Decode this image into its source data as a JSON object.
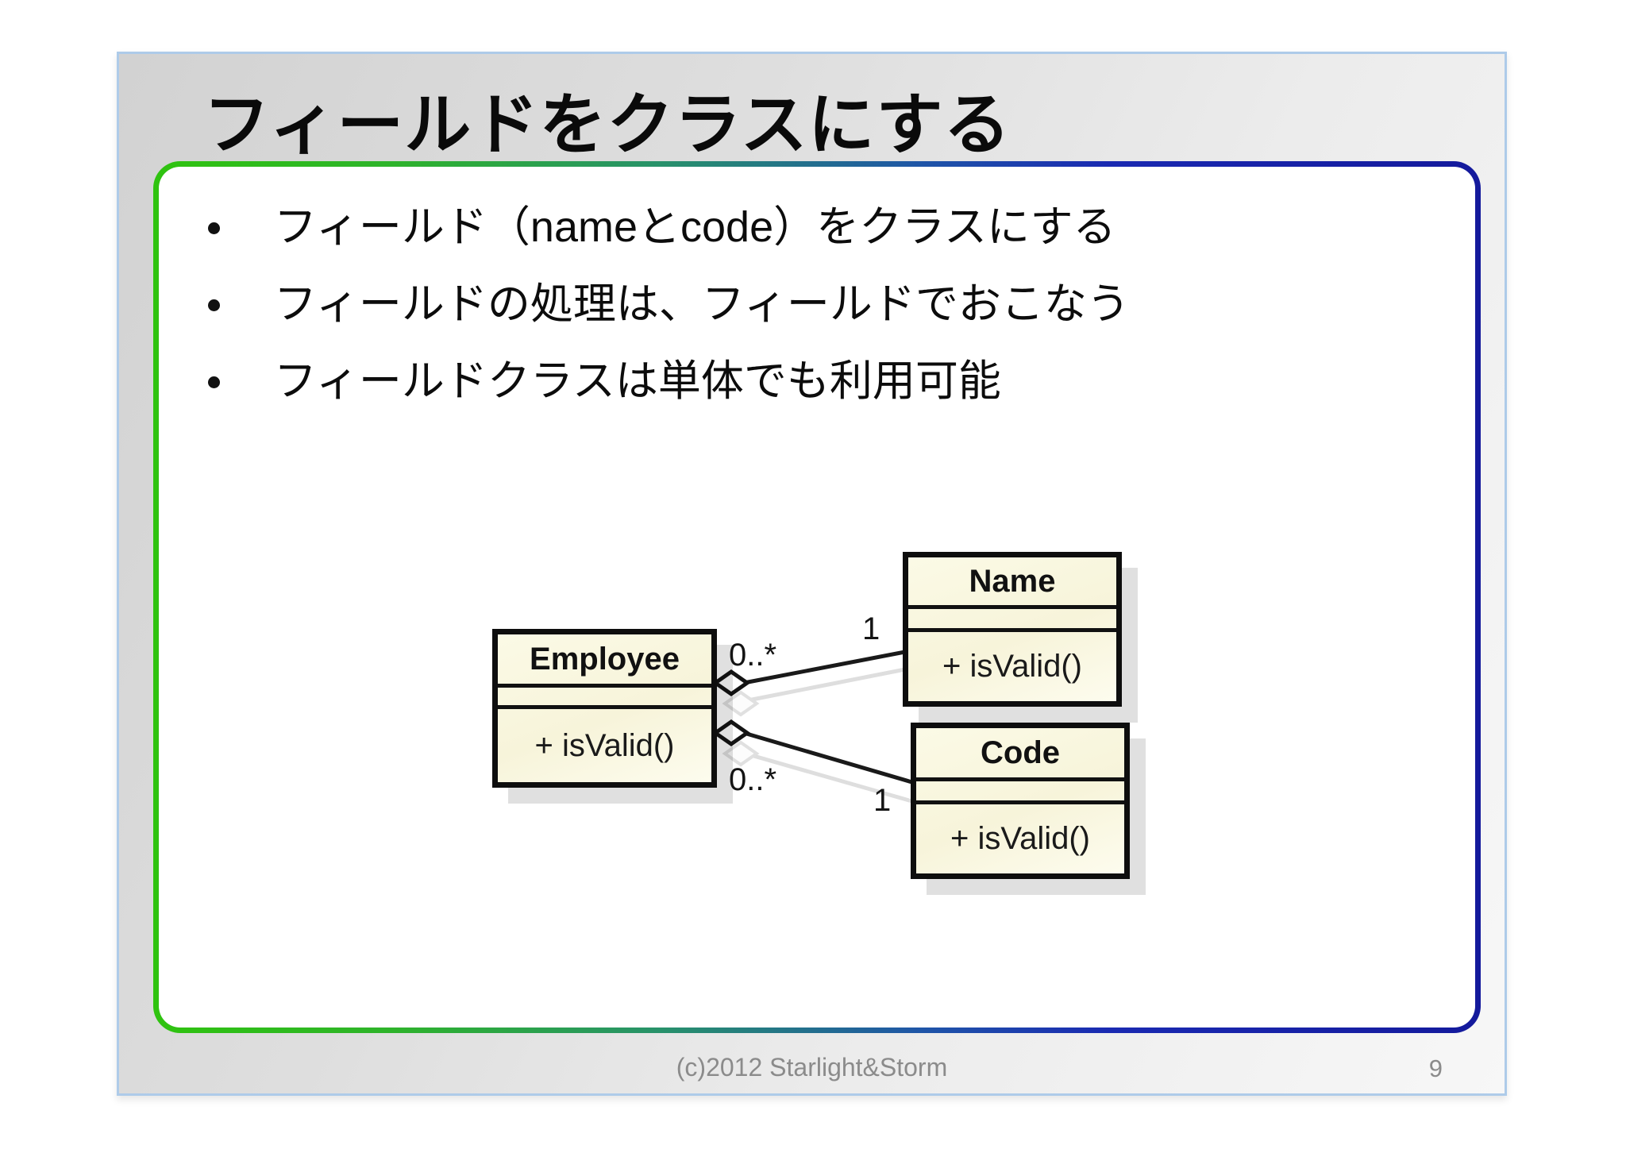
{
  "slide": {
    "title": "フィールドをクラスにする",
    "bullets": [
      "フィールド（nameとcode）をクラスにする",
      "フィールドの処理は、フィールドでおこなう",
      "フィールドクラスは単体でも利用可能"
    ],
    "footer": {
      "copyright": "(c)2012  Starlight&Storm",
      "page_number": "9"
    }
  },
  "diagram": {
    "type": "uml-class-diagram",
    "classes": [
      {
        "name": "Employee",
        "attributes": "",
        "operations": "+ isValid()"
      },
      {
        "name": "Name",
        "attributes": "",
        "operations": "+ isValid()"
      },
      {
        "name": "Code",
        "attributes": "",
        "operations": "+ isValid()"
      }
    ],
    "associations": [
      {
        "type": "aggregation",
        "from": "Employee",
        "to": "Name",
        "from_multiplicity": "0..*",
        "to_multiplicity": "1"
      },
      {
        "type": "aggregation",
        "from": "Employee",
        "to": "Code",
        "from_multiplicity": "0..*",
        "to_multiplicity": "1"
      }
    ]
  },
  "colors": {
    "panel_border_green": "#2fc30f",
    "panel_border_blue": "#141a9c",
    "slide_border_blue": "#aecbe9",
    "class_fill_cream": "#f9f7e0",
    "footer_text_gray": "#8b8b8b"
  }
}
